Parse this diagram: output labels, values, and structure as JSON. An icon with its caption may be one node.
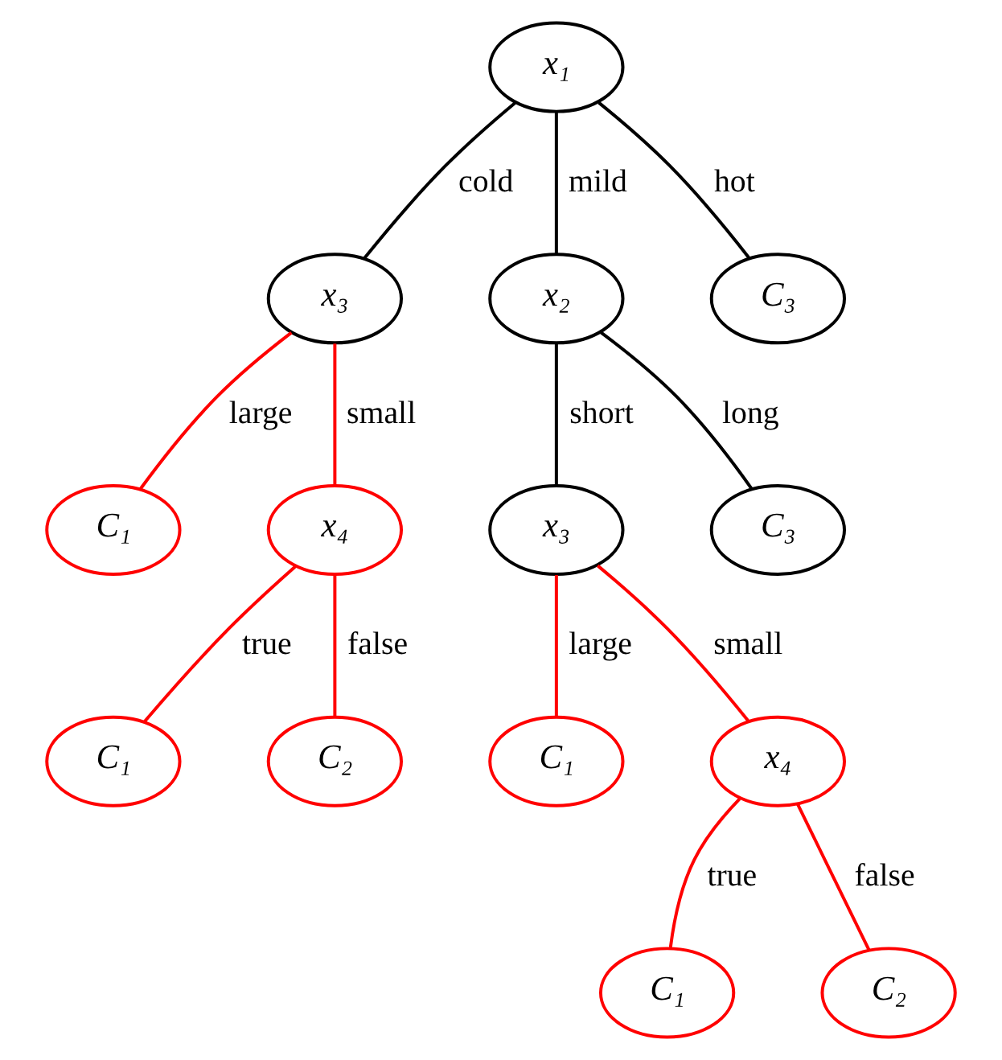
{
  "diagram": {
    "nodes": [
      {
        "text": [
          "x₁"
        ]
      },
      {
        "text": [
          "x₃"
        ]
      },
      {
        "text": [
          "x₂"
        ]
      },
      {
        "text": [
          "C₃"
        ]
      },
      {
        "text": [
          "C₁"
        ]
      },
      {
        "text": [
          "x₄"
        ]
      },
      {
        "text": [
          "x₃"
        ]
      },
      {
        "text": [
          "C₃"
        ]
      },
      {
        "text": [
          "C₁"
        ]
      },
      {
        "text": [
          "C₂"
        ]
      },
      {
        "text": [
          "C₁"
        ]
      },
      {
        "text": [
          "x₄"
        ]
      },
      {
        "text": [
          "C₁"
        ]
      },
      {
        "text": [
          "C₂"
        ]
      }
    ],
    "edges": [
      {
        "from": 0,
        "to": 1,
        "arrow": "none",
        "label": "cold",
        "color": "#000000"
      },
      {
        "from": 0,
        "to": 2,
        "arrow": "none",
        "label": "mild",
        "color": "#000000"
      },
      {
        "from": 0,
        "to": 3,
        "arrow": "none",
        "label": "hot",
        "color": "#000000"
      },
      {
        "from": 1,
        "to": 4,
        "arrow": "none",
        "label": "large",
        "color": "#ff0000"
      },
      {
        "from": 1,
        "to": 5,
        "arrow": "none",
        "label": "small",
        "color": "#ff0000"
      },
      {
        "from": 2,
        "to": 6,
        "arrow": "none",
        "label": "short",
        "color": "#000000"
      },
      {
        "from": 2,
        "to": 7,
        "arrow": "none",
        "label": "long",
        "color": "#000000"
      },
      {
        "from": 5,
        "to": 8,
        "arrow": "none",
        "label": "true",
        "color": "#ff0000"
      },
      {
        "from": 5,
        "to": 9,
        "arrow": "none",
        "label": "false",
        "color": "#ff0000"
      },
      {
        "from": 6,
        "to": 10,
        "arrow": "none",
        "label": "large",
        "color": "#ff0000"
      },
      {
        "from": 6,
        "to": 11,
        "arrow": "none",
        "label": "small",
        "color": "#ff0000"
      },
      {
        "from": 11,
        "to": 12,
        "arrow": "none",
        "label": "true",
        "color": "#ff0000"
      },
      {
        "from": 11,
        "to": 13,
        "arrow": "none",
        "label": "false",
        "color": "#ff0000"
      }
    ]
  }
}
